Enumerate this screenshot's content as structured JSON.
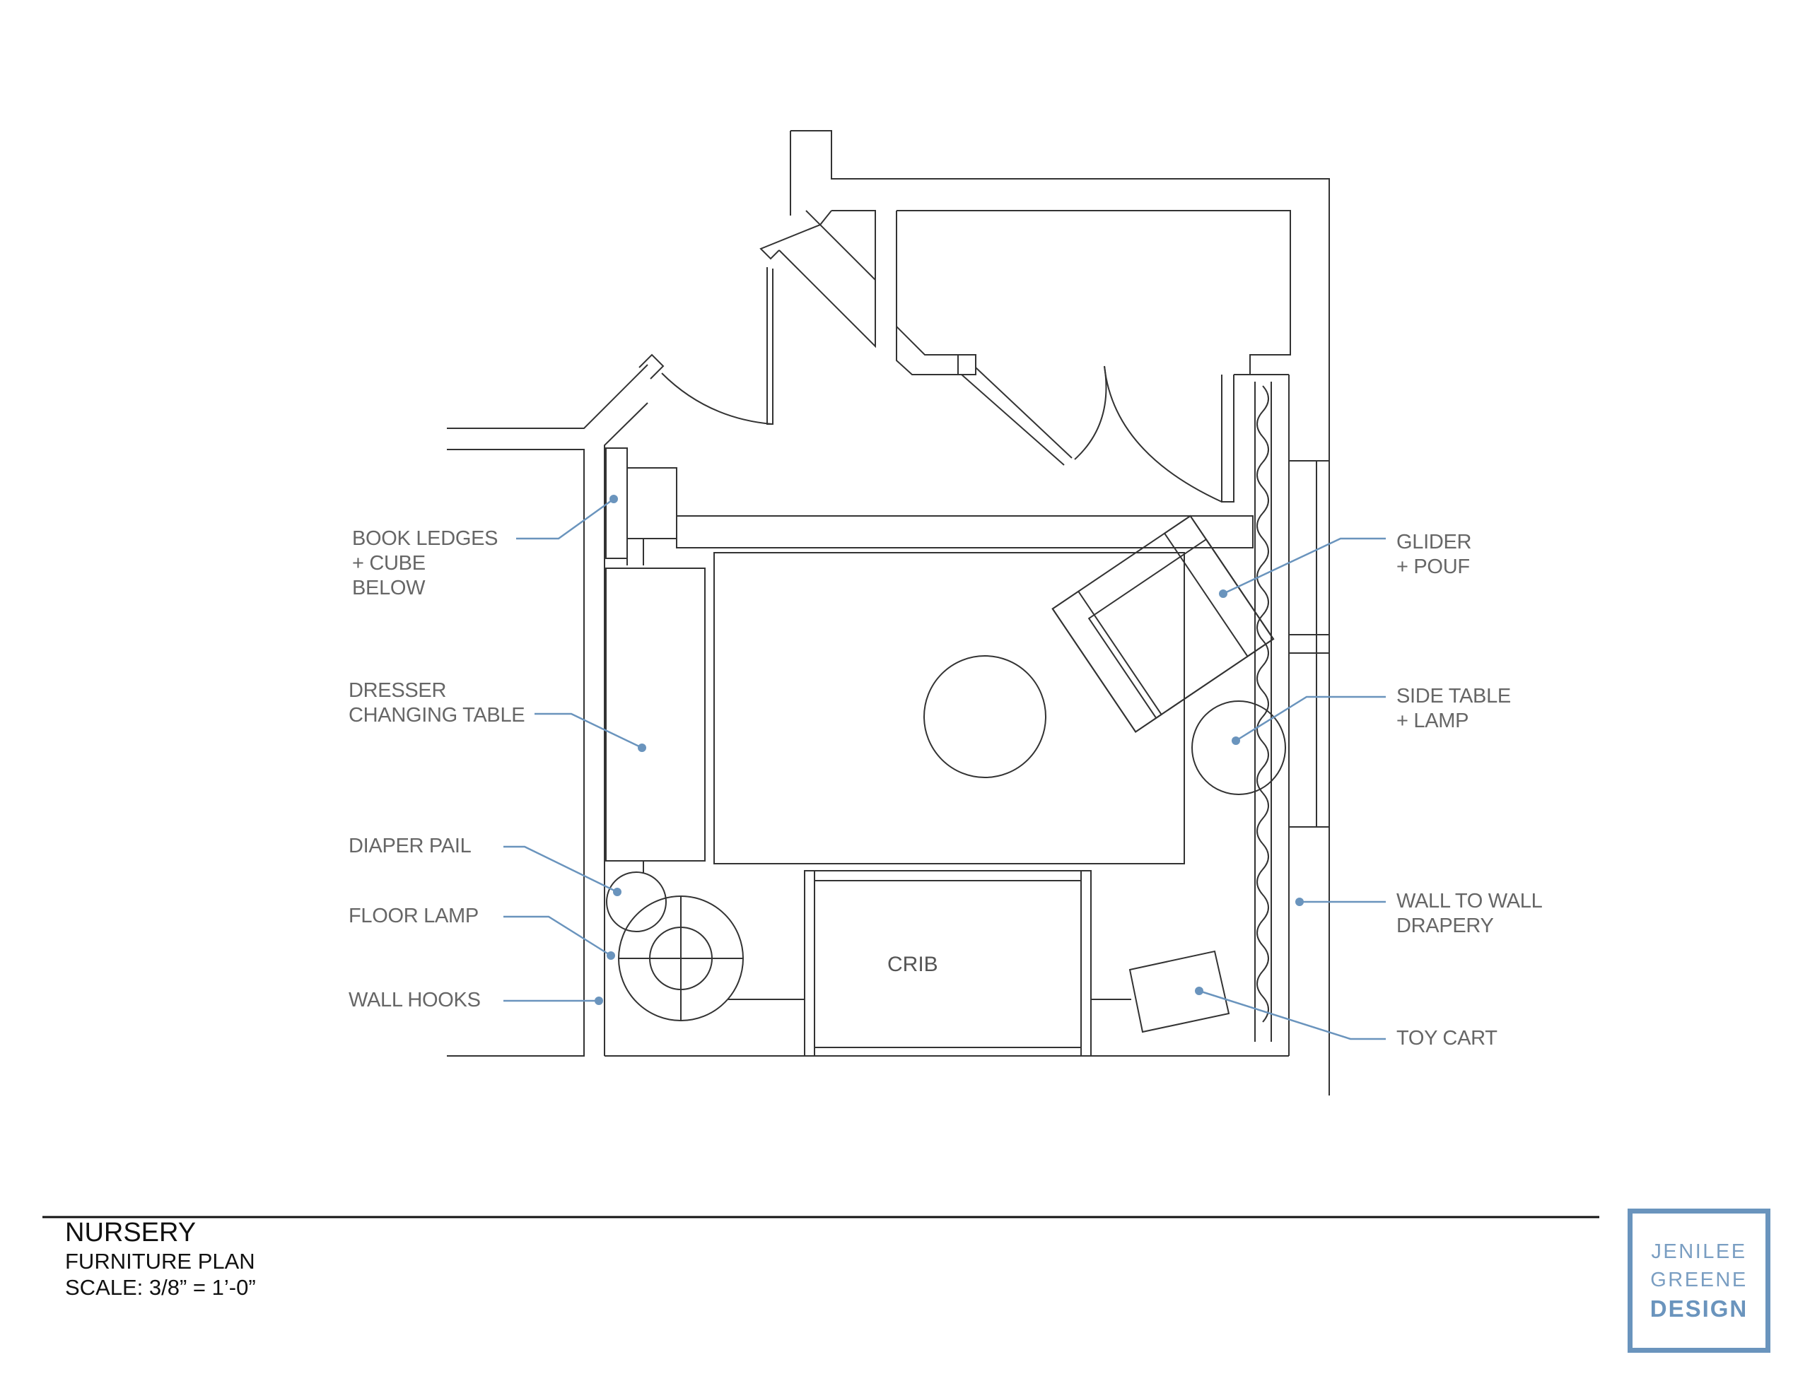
{
  "plan": {
    "room_labels": {
      "crib": "CRIB"
    },
    "callouts": [
      {
        "id": "book-ledges",
        "text": "BOOK LEDGES\n+ CUBE\nBELOW"
      },
      {
        "id": "dresser",
        "text": "DRESSER\nCHANGING TABLE"
      },
      {
        "id": "diaper-pail",
        "text": "DIAPER PAIL"
      },
      {
        "id": "floor-lamp",
        "text": "FLOOR LAMP"
      },
      {
        "id": "wall-hooks",
        "text": "WALL HOOKS"
      },
      {
        "id": "glider",
        "text": "GLIDER\n+ POUF"
      },
      {
        "id": "side-table",
        "text": "SIDE TABLE\n+ LAMP"
      },
      {
        "id": "drapery",
        "text": "WALL TO WALL\nDRAPERY"
      },
      {
        "id": "toy-cart",
        "text": "TOY CART"
      }
    ],
    "colors": {
      "line": "#333333",
      "callout": "#6a94bd"
    }
  },
  "title_block": {
    "title": "NURSERY",
    "subtitle": "FURNITURE PLAN",
    "scale": "SCALE:  3/8” = 1’-0”"
  },
  "logo": {
    "line1": "JENILEE",
    "line2": "GREENE",
    "line3": "DESIGN"
  }
}
